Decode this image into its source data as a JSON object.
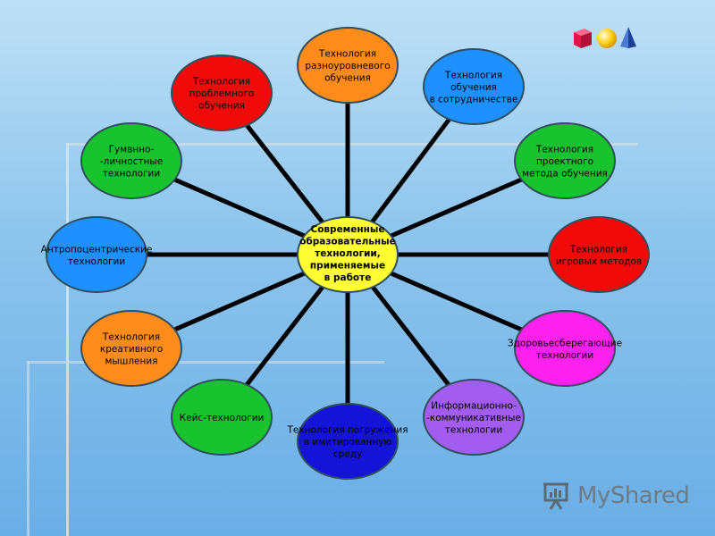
{
  "diagram": {
    "center": {
      "lines": [
        "Современные",
        "образовательные",
        "технологии,",
        "применяемые",
        "в работе"
      ],
      "color": "#ffff33"
    },
    "nodes": [
      {
        "lines": [
          "Технология",
          "разноуровневого",
          "обучения"
        ],
        "color": "#ff8c1a"
      },
      {
        "lines": [
          "Технология",
          "обучения",
          "в сотрудничестве"
        ],
        "color": "#1e90ff"
      },
      {
        "lines": [
          "Технология",
          "проектного",
          "метода обучения"
        ],
        "color": "#19c32f"
      },
      {
        "lines": [
          "Технология",
          "игровых методов"
        ],
        "color": "#f00a0a"
      },
      {
        "lines": [
          "Здоровьесберегающие",
          "технологии"
        ],
        "color": "#ff22ee"
      },
      {
        "lines": [
          "Информационно-",
          "-коммуникативные",
          "технологии"
        ],
        "color": "#a35cf0"
      },
      {
        "lines": [
          "Технология погружения",
          "в имитированную",
          "среду"
        ],
        "color": "#1414d8"
      },
      {
        "lines": [
          "Кейс-технологии"
        ],
        "color": "#19c32f"
      },
      {
        "lines": [
          "Технология",
          "креативного",
          "мышления"
        ],
        "color": "#ff8c1a"
      },
      {
        "lines": [
          "Антропоцентрические",
          "технологии"
        ],
        "color": "#1e90ff"
      },
      {
        "lines": [
          "Гумвнно-",
          "-личностные",
          "технологии"
        ],
        "color": "#19c32f"
      },
      {
        "lines": [
          "Технология",
          "проблемного",
          "обучения"
        ],
        "color": "#f00a0a"
      }
    ]
  },
  "branding": {
    "logo_text": "MyShared",
    "logo_icon": "presentation-board-icon"
  },
  "decorations": {
    "shapes": [
      "red-cube-icon",
      "yellow-sphere-icon",
      "blue-pyramid-icon"
    ]
  }
}
